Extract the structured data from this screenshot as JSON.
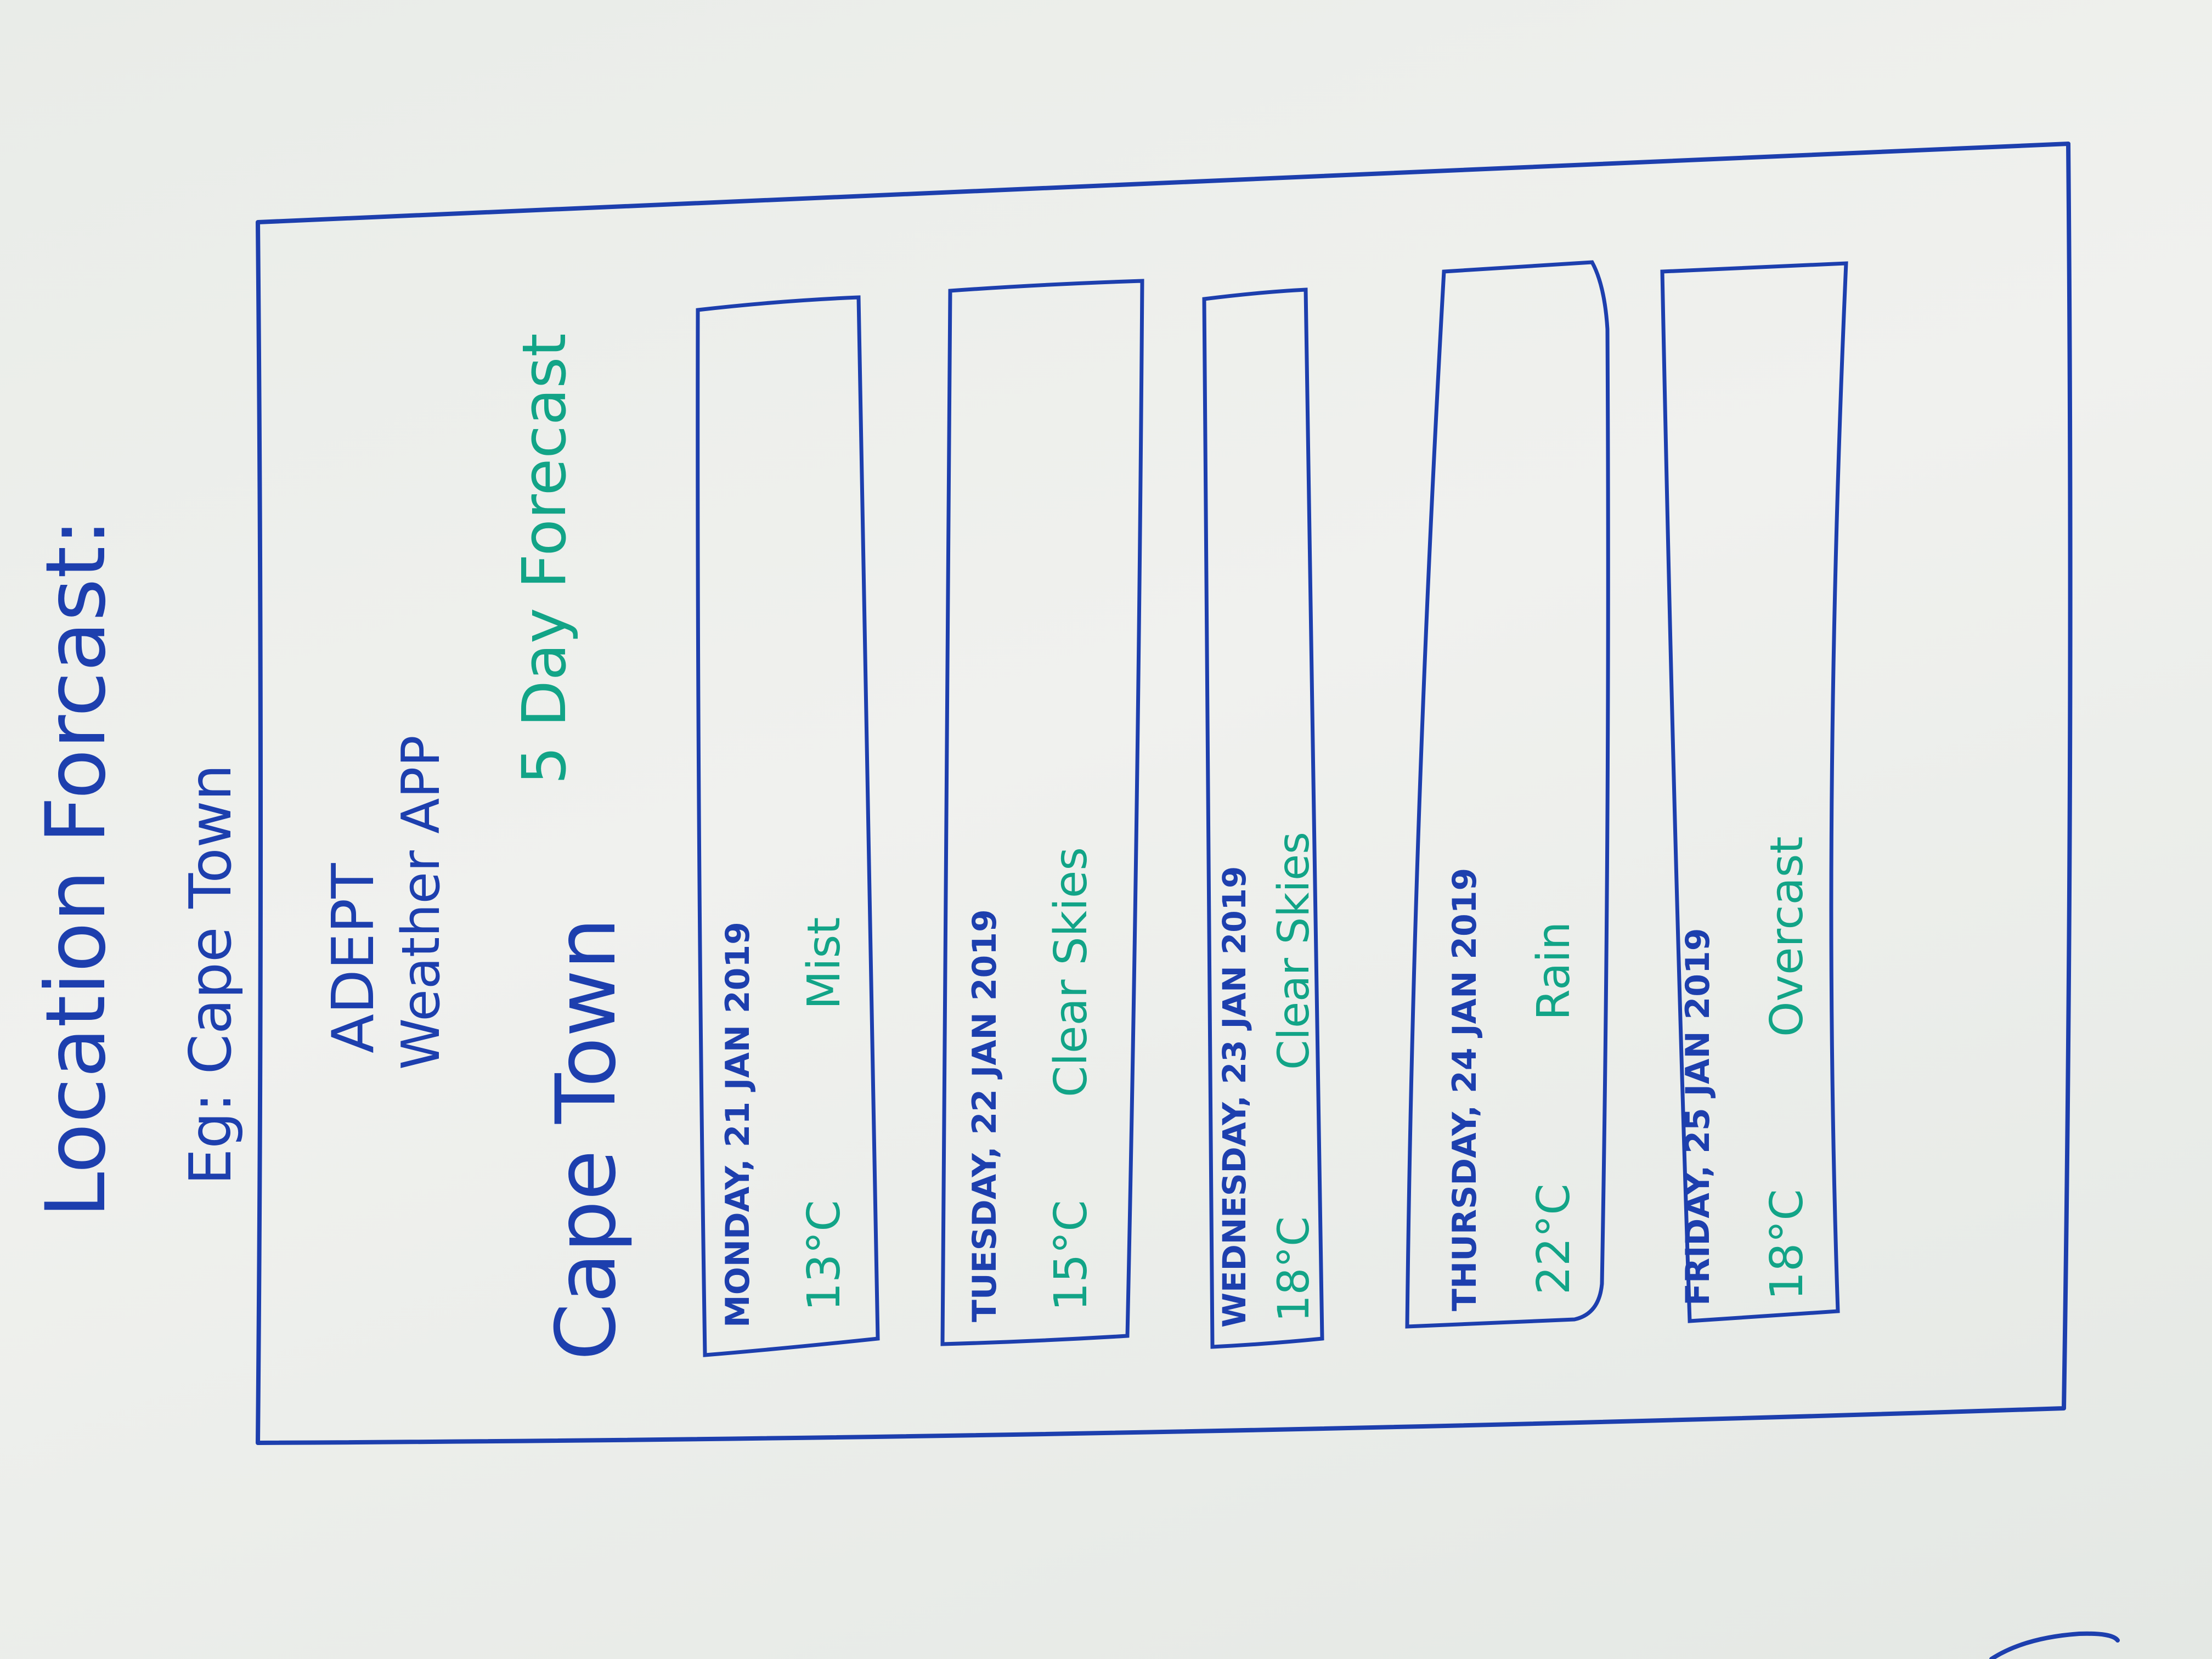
{
  "header": {
    "title": "Location Forcast:",
    "example": "Eg: Cape Town"
  },
  "app": {
    "name_line1": "ADEPT",
    "name_line2": "Weather APP",
    "location": "Cape Town",
    "forecast_label": "5 Day Forecast"
  },
  "days": [
    {
      "date": "MONDAY, 21 JAN 2019",
      "temp": "13°C",
      "condition": "Mist"
    },
    {
      "date": "TUESDAY, 22 JAN 2019",
      "temp": "15°C",
      "condition": "Clear Skies"
    },
    {
      "date": "WEDNESDAY, 23 JAN 2019",
      "temp": "18°C",
      "condition": "Clear Skies"
    },
    {
      "date": "THURSDAY, 24 JAN 2019",
      "temp": "22°C",
      "condition": "Rain"
    },
    {
      "date": "FRIDAY, 25 JAN 2019",
      "temp": "18°C",
      "condition": "Overcast"
    }
  ],
  "colors": {
    "ink_blue": "#1d3fae",
    "ink_green": "#12a487",
    "board": "#eceeeb"
  }
}
